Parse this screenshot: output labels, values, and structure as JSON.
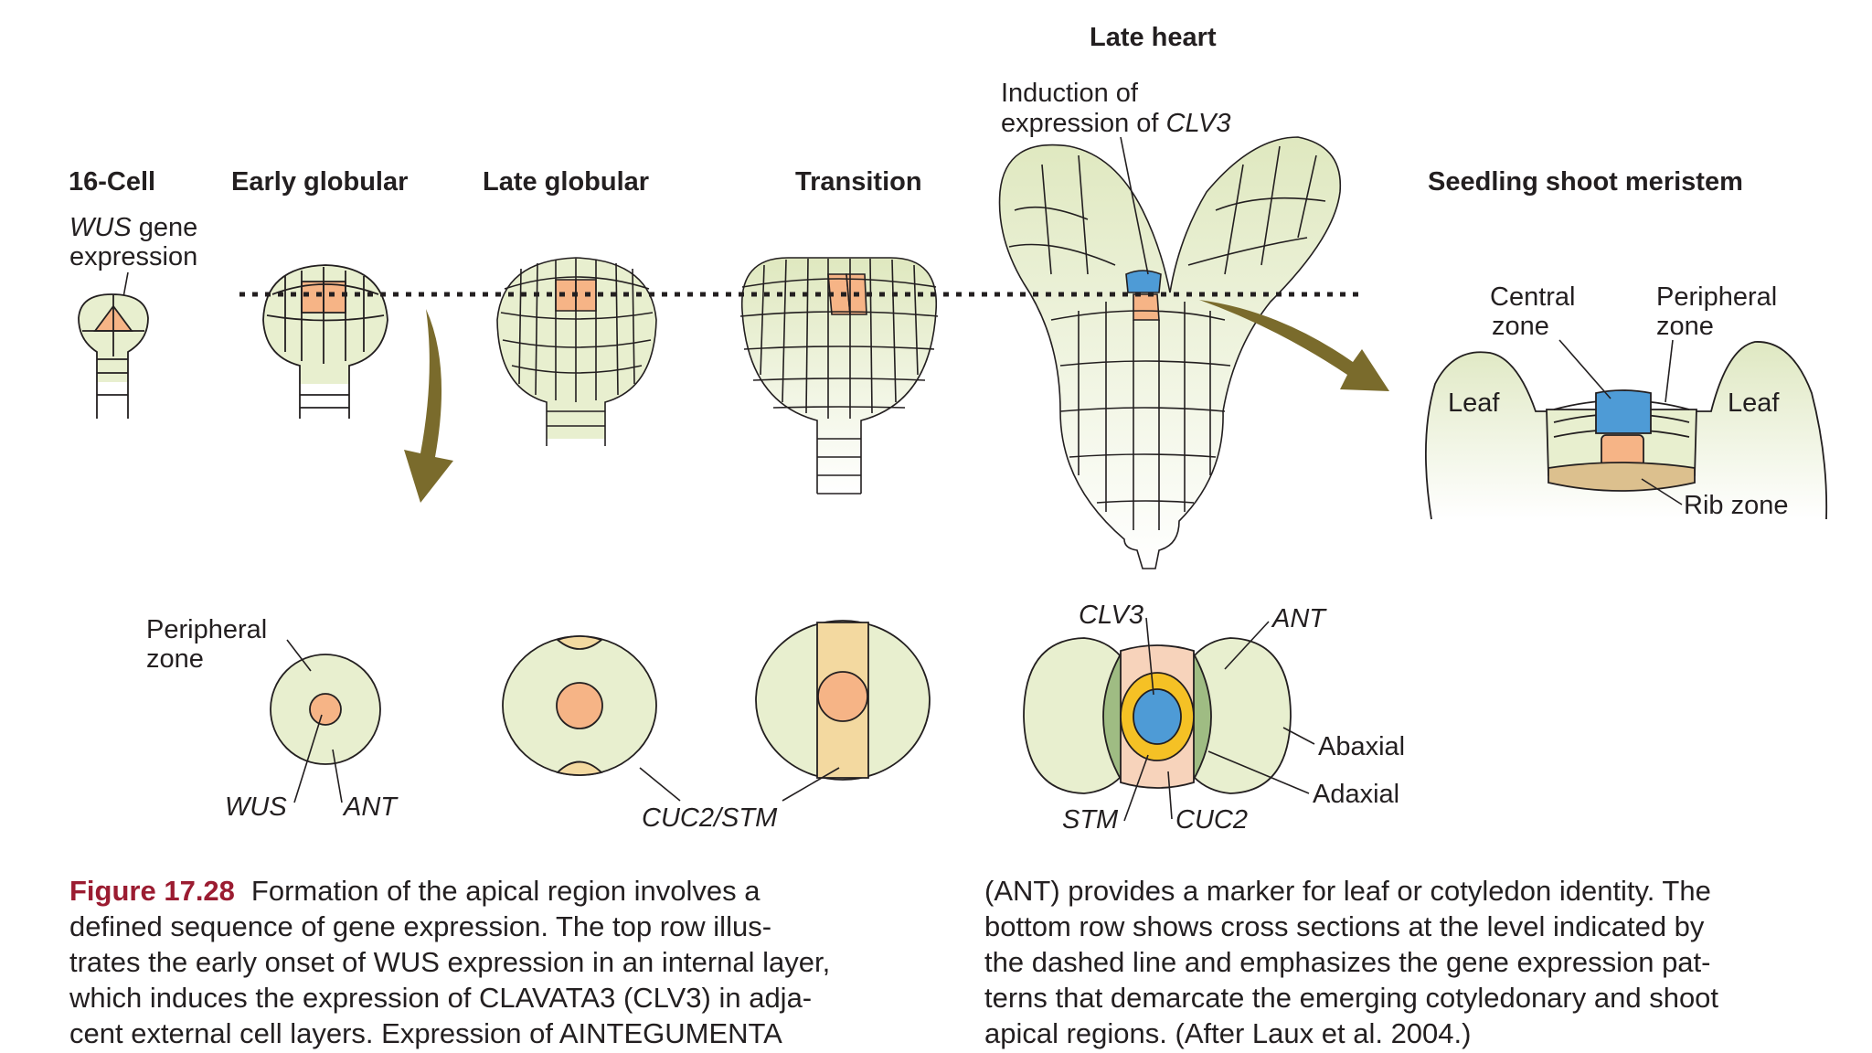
{
  "stages": {
    "cell16": "16-Cell",
    "early_globular": "Early globular",
    "late_globular": "Late globular",
    "transition": "Transition",
    "late_heart": "Late heart",
    "seedling": "Seedling shoot meristem"
  },
  "labels": {
    "wus_gene_1": "WUS",
    "wus_gene_2": " gene",
    "wus_gene_3": "expression",
    "induction_1": "Induction of",
    "induction_2": "expression of ",
    "induction_3": "CLV3",
    "central_1": "Central",
    "central_2": "zone",
    "peripheral_1": "Peripheral",
    "peripheral_2": "zone",
    "leaf": "Leaf",
    "rib_zone": "Rib zone",
    "cs_peripheral_1": "Peripheral",
    "cs_peripheral_2": "zone",
    "wus": "WUS",
    "ant": "ANT",
    "cuc2_stm": "CUC2/STM",
    "clv3": "CLV3",
    "ant2": "ANT",
    "abaxial": "Abaxial",
    "adaxial": "Adaxial",
    "stm": "STM",
    "cuc2": "CUC2"
  },
  "colors": {
    "cell_fill": "#e8efcf",
    "wus_orange": "#f6b486",
    "clv3_blue": "#4e9bd6",
    "arrow_olive": "#7a6b2c",
    "leaf_green": "#9fbc83",
    "stm_yellow": "#f5c125",
    "cuc_tan": "#f3d9a0",
    "rib_tan": "#dcc08e",
    "figure_red": "#9b1c31"
  },
  "caption": {
    "figure_number": "Figure 17.28",
    "left_lines": [
      "Formation of the apical region involves a",
      "defined sequence of gene expression. The top row illus-",
      "trates the early onset of WUS expression in an internal layer,",
      "which induces the expression of CLAVATA3 (CLV3) in adja-",
      "cent external cell layers. Expression of AINTEGUMENTA"
    ],
    "right_lines": [
      "(ANT) provides a marker for leaf or cotyledon identity. The",
      "bottom row shows cross sections at the level indicated by",
      "the dashed line and emphasizes the gene expression pat-",
      "terns that demarcate the emerging cotyledonary and shoot",
      "apical regions. (After Laux et al. 2004.)"
    ]
  }
}
